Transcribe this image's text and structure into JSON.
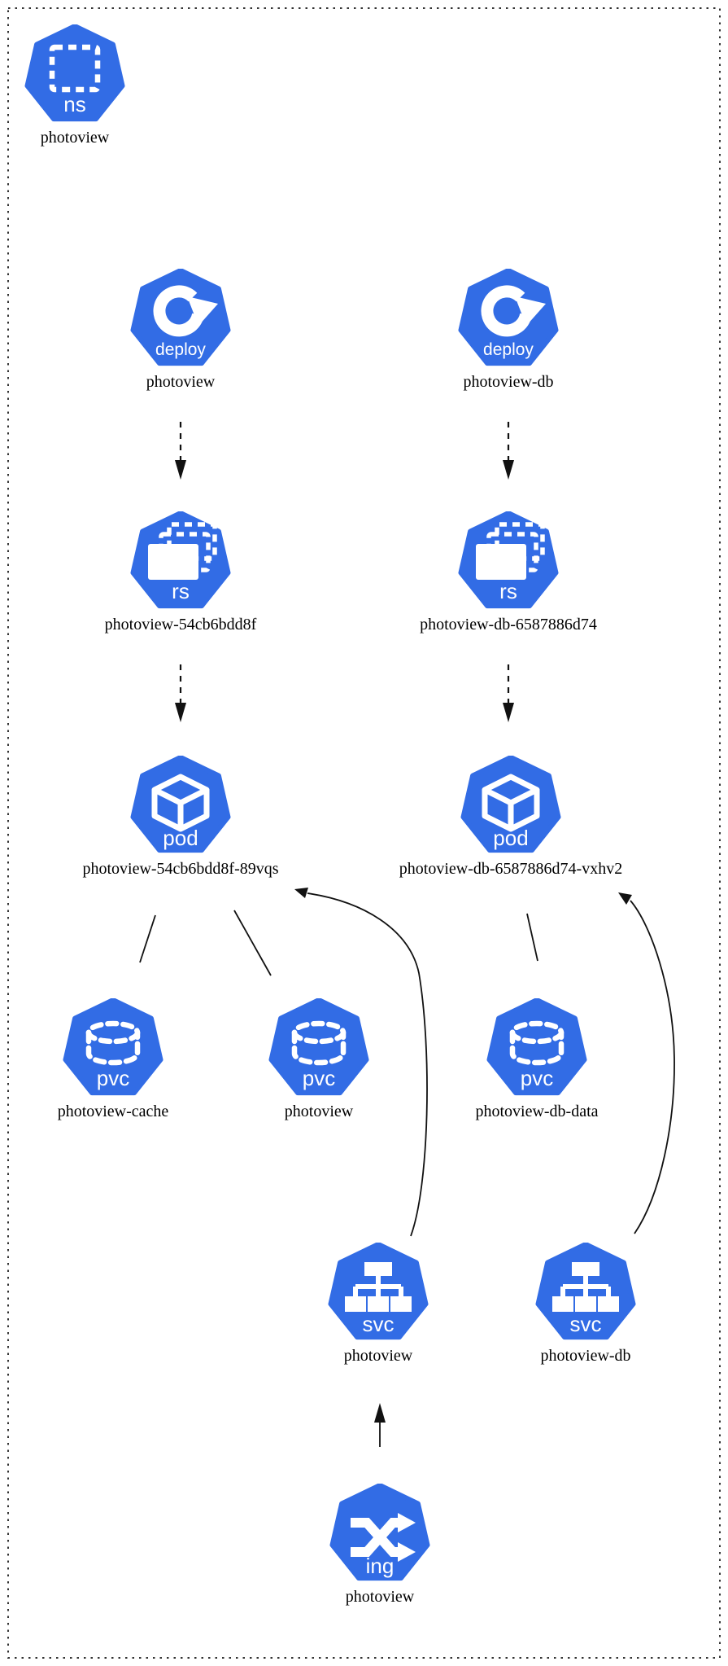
{
  "diagram": {
    "title_hint": "kubernetes-resource-diagram",
    "colors": {
      "icon_blue": "#326CE5",
      "line_black": "#111111",
      "label_black": "#000000",
      "border_dotted": "#333333"
    },
    "nodes": [
      {
        "id": "ns-photoview",
        "kind": "namespace",
        "badge": "ns",
        "label": "photoview"
      },
      {
        "id": "deploy-photoview",
        "kind": "deployment",
        "badge": "deploy",
        "label": "photoview"
      },
      {
        "id": "deploy-photoview-db",
        "kind": "deployment",
        "badge": "deploy",
        "label": "photoview-db"
      },
      {
        "id": "rs-photoview",
        "kind": "replicaset",
        "badge": "rs",
        "label": "photoview-54cb6bdd8f"
      },
      {
        "id": "rs-photoview-db",
        "kind": "replicaset",
        "badge": "rs",
        "label": "photoview-db-6587886d74"
      },
      {
        "id": "pod-photoview",
        "kind": "pod",
        "badge": "pod",
        "label": "photoview-54cb6bdd8f-89vqs"
      },
      {
        "id": "pod-photoview-db",
        "kind": "pod",
        "badge": "pod",
        "label": "photoview-db-6587886d74-vxhv2"
      },
      {
        "id": "pvc-photoview-cache",
        "kind": "persistentvolumeclaim",
        "badge": "pvc",
        "label": "photoview-cache"
      },
      {
        "id": "pvc-photoview",
        "kind": "persistentvolumeclaim",
        "badge": "pvc",
        "label": "photoview"
      },
      {
        "id": "pvc-photoview-db-data",
        "kind": "persistentvolumeclaim",
        "badge": "pvc",
        "label": "photoview-db-data"
      },
      {
        "id": "svc-photoview",
        "kind": "service",
        "badge": "svc",
        "label": "photoview"
      },
      {
        "id": "svc-photoview-db",
        "kind": "service",
        "badge": "svc",
        "label": "photoview-db"
      },
      {
        "id": "ing-photoview",
        "kind": "ingress",
        "badge": "ing",
        "label": "photoview"
      }
    ],
    "edges": [
      {
        "from": "deploy-photoview",
        "to": "rs-photoview",
        "style": "dashed-arrow"
      },
      {
        "from": "deploy-photoview-db",
        "to": "rs-photoview-db",
        "style": "dashed-arrow"
      },
      {
        "from": "rs-photoview",
        "to": "pod-photoview",
        "style": "dashed-arrow"
      },
      {
        "from": "rs-photoview-db",
        "to": "pod-photoview-db",
        "style": "dashed-arrow"
      },
      {
        "from": "pod-photoview",
        "to": "pvc-photoview-cache",
        "style": "line"
      },
      {
        "from": "pod-photoview",
        "to": "pvc-photoview",
        "style": "line"
      },
      {
        "from": "pod-photoview-db",
        "to": "pvc-photoview-db-data",
        "style": "line"
      },
      {
        "from": "svc-photoview",
        "to": "pod-photoview",
        "style": "curved-arrow"
      },
      {
        "from": "svc-photoview-db",
        "to": "pod-photoview-db",
        "style": "curved-arrow"
      },
      {
        "from": "ing-photoview",
        "to": "svc-photoview",
        "style": "solid-arrow"
      }
    ]
  }
}
